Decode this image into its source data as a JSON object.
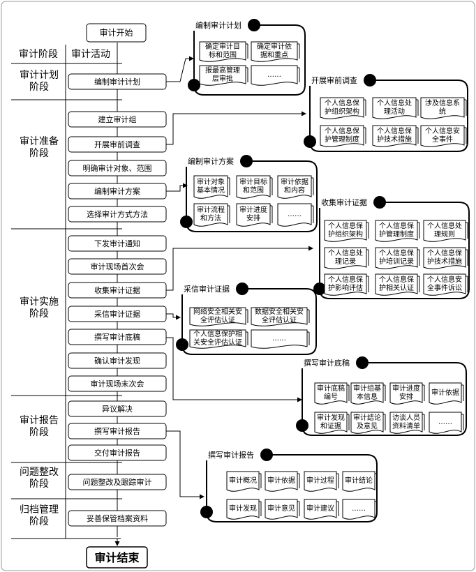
{
  "start": "审计开始",
  "end": "审计结束",
  "headers": {
    "stage": "审计阶段",
    "activity": "审计活动"
  },
  "stages": [
    {
      "lines": [
        "审计计划",
        "阶段"
      ]
    },
    {
      "lines": [
        "审计准备",
        "阶段"
      ]
    },
    {
      "lines": [
        "审计实施",
        "阶段"
      ]
    },
    {
      "lines": [
        "审计报告",
        "阶段"
      ]
    },
    {
      "lines": [
        "问题整改",
        "阶段"
      ]
    },
    {
      "lines": [
        "归档管理",
        "阶段"
      ]
    }
  ],
  "activities": [
    "编制审计计划",
    "建立审计组",
    "开展审前调查",
    "明确审计对象、范围",
    "编制审计方案",
    "选择审计方式方法",
    "下发审计通知",
    "审计现场首次会",
    "收集审计证据",
    "采信审计证据",
    "撰写审计底稿",
    "确认审计发现",
    "审计现场末次会",
    "异议解决",
    "撰写审计报告",
    "交付审计报告",
    "问题整改及跟踪审计",
    "妥善保管档案资料"
  ],
  "panels": [
    {
      "title": "编制审计计划",
      "docs": [
        [
          "确定审计目",
          "标和范围"
        ],
        [
          "确定审计依",
          "据和重点"
        ],
        [
          "报最高管理",
          "层审批"
        ],
        [
          "……"
        ]
      ]
    },
    {
      "title": "开展审前调查",
      "docs": [
        [
          "个人信息保",
          "护组织架构"
        ],
        [
          "个人信息处",
          "理活动"
        ],
        [
          "涉及信息系",
          "统"
        ],
        [
          "个人信息保",
          "护管理制度"
        ],
        [
          "个人信息保",
          "护技术措施"
        ],
        [
          "个人信息安",
          "全事件"
        ]
      ]
    },
    {
      "title": "编制审计方案",
      "docs": [
        [
          "审计对象",
          "基本情况"
        ],
        [
          "审计目标",
          "和范围"
        ],
        [
          "审计依据",
          "和内容"
        ],
        [
          "审计流程",
          "和方法"
        ],
        [
          "审计进度",
          "安排"
        ],
        [
          "……"
        ]
      ]
    },
    {
      "title": "收集审计证据",
      "docs": [
        [
          "个人信息保",
          "护组织架构"
        ],
        [
          "个人信息保",
          "护管理制度"
        ],
        [
          "个人信息处",
          "理规则"
        ],
        [
          "个人信息处",
          "理记录"
        ],
        [
          "个人信息保",
          "护培训记录"
        ],
        [
          "个人信息保",
          "护技术措施"
        ],
        [
          "个人信息保",
          "护影响评估"
        ],
        [
          "个人信息保",
          "护相关认证"
        ],
        [
          "个人信息安",
          "全事件诉讼"
        ]
      ]
    },
    {
      "title": "采信审计证据",
      "docs": [
        [
          "网络安全相关安",
          "全评估认证"
        ],
        [
          "数据安全相关安",
          "全评估认证"
        ],
        [
          "个人信息保护相",
          "关安全评估认证"
        ],
        [
          "……"
        ]
      ]
    },
    {
      "title": "撰写审计底稿",
      "docs": [
        [
          "审计底稿",
          "编号"
        ],
        [
          "审计组基",
          "本信息"
        ],
        [
          "审计进度",
          "安排"
        ],
        [
          "审计依据"
        ],
        [
          "审计发现",
          "和证据"
        ],
        [
          "审计结论",
          "及意见"
        ],
        [
          "访谈人员",
          "资料清单"
        ],
        [
          "……"
        ]
      ]
    },
    {
      "title": "撰写审计报告",
      "docs": [
        [
          "审计概况"
        ],
        [
          "审计依据"
        ],
        [
          "审计过程"
        ],
        [
          "审计结论"
        ],
        [
          "审计发现"
        ],
        [
          "审计意见"
        ],
        [
          "审计建议"
        ],
        [
          "……"
        ]
      ]
    }
  ]
}
